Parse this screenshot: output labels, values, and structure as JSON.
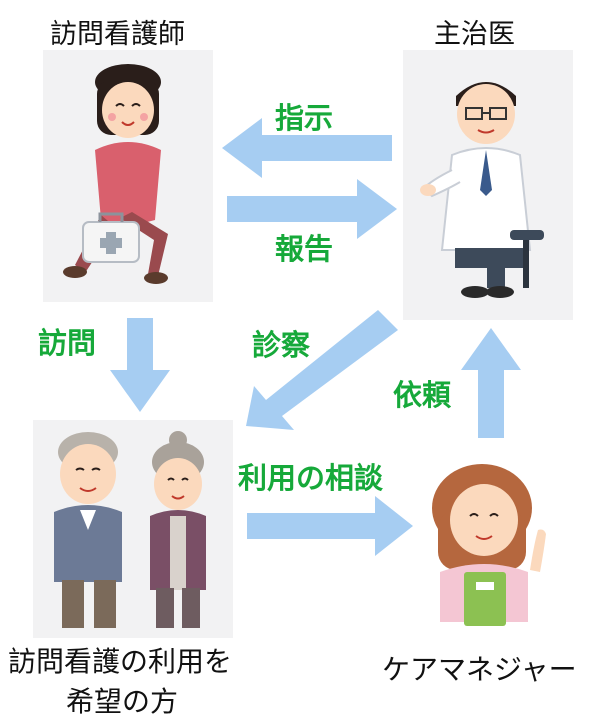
{
  "nodes": {
    "nurse": "訪問看護師",
    "doctor": "主治医",
    "patient_line1": "訪問看護の利用を",
    "patient_line2": "希望の方",
    "care_manager": "ケアマネジャー"
  },
  "arrows": {
    "instruction": "指示",
    "report": "報告",
    "visit": "訪問",
    "examination": "診察",
    "request": "依頼",
    "consultation": "利用の相談"
  },
  "colors": {
    "arrow": "#a6cdf2",
    "arrow_text": "#16a93a",
    "panel": "#f2f2f3"
  },
  "icons": {
    "nurse": "nurse-with-medical-bag",
    "doctor": "seated-doctor",
    "patient": "elderly-couple",
    "care_manager": "care-manager-with-book"
  }
}
